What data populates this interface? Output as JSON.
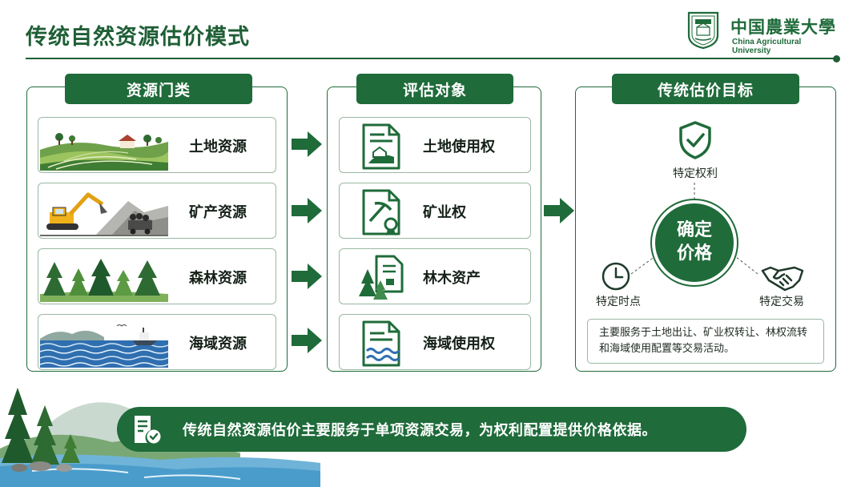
{
  "header": {
    "title": "传统自然资源估价模式",
    "logo_cn": "中国農業大學",
    "logo_en": "China Agricultural University"
  },
  "resources": {
    "header": "资源门类",
    "items": [
      {
        "label": "土地资源",
        "image": "farmland-image"
      },
      {
        "label": "矿产资源",
        "image": "mining-excavator-image"
      },
      {
        "label": "森林资源",
        "image": "forest-image"
      },
      {
        "label": "海域资源",
        "image": "sea-boat-image"
      }
    ]
  },
  "objects": {
    "header": "评估对象",
    "items": [
      {
        "label": "土地使用权",
        "icon": "land-document-icon"
      },
      {
        "label": "矿业权",
        "icon": "mining-certificate-icon"
      },
      {
        "label": "林木资产",
        "icon": "forest-document-icon"
      },
      {
        "label": "海域使用权",
        "icon": "sea-document-icon"
      }
    ]
  },
  "goals": {
    "header": "传统估价目标",
    "center_line1": "确定",
    "center_line2": "价格",
    "rights_label": "特定权利",
    "time_label": "特定时点",
    "trade_label": "特定交易",
    "description": "主要服务于土地出让、矿业权转让、林权流转和海域使用配置等交易活动。"
  },
  "banner": {
    "text": "传统自然资源估价主要服务于单项资源交易，为权利配置提供价格依据。"
  },
  "colors": {
    "primary_green": "#1f6b3a",
    "dark_green": "#1f5f36",
    "border_light": "#9bb8a3"
  }
}
